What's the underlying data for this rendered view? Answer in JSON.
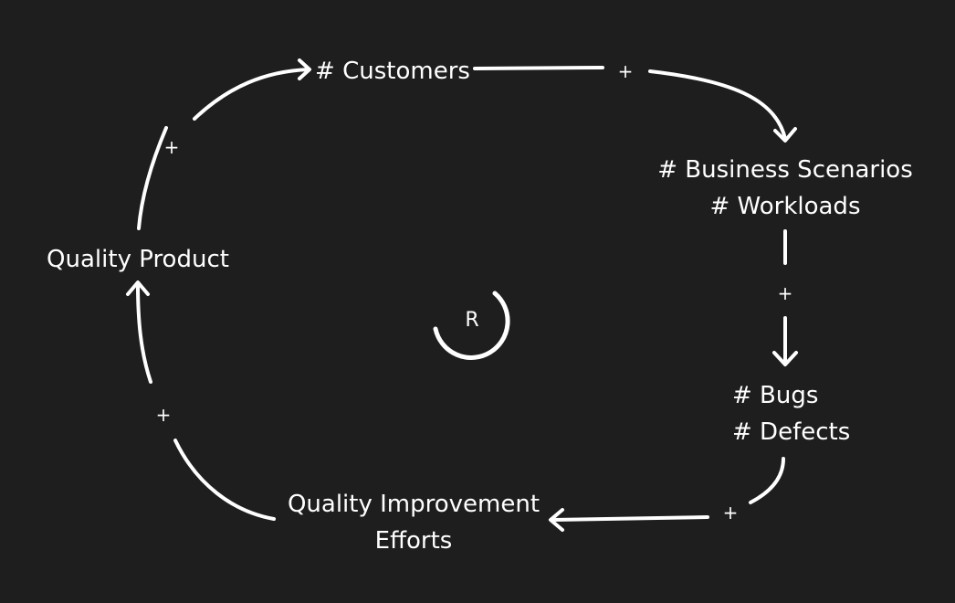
{
  "colors": {
    "background": "#1e1e1e",
    "foreground": "#ffffff"
  },
  "nodes": {
    "customers": {
      "lines": [
        "# Customers"
      ]
    },
    "scenarios": {
      "lines": [
        "# Business Scenarios",
        "# Workloads"
      ]
    },
    "bugs": {
      "lines": [
        "# Bugs",
        "# Defects"
      ]
    },
    "improvement": {
      "lines": [
        "Quality Improvement",
        "Efforts"
      ]
    },
    "product": {
      "lines": [
        "Quality Product"
      ]
    }
  },
  "links": [
    {
      "from": "customers",
      "to": "scenarios",
      "polarity": "+"
    },
    {
      "from": "scenarios",
      "to": "bugs",
      "polarity": "+"
    },
    {
      "from": "bugs",
      "to": "improvement",
      "polarity": "+"
    },
    {
      "from": "improvement",
      "to": "product",
      "polarity": "+"
    },
    {
      "from": "product",
      "to": "customers",
      "polarity": "+"
    }
  ],
  "loop": {
    "label": "R"
  }
}
